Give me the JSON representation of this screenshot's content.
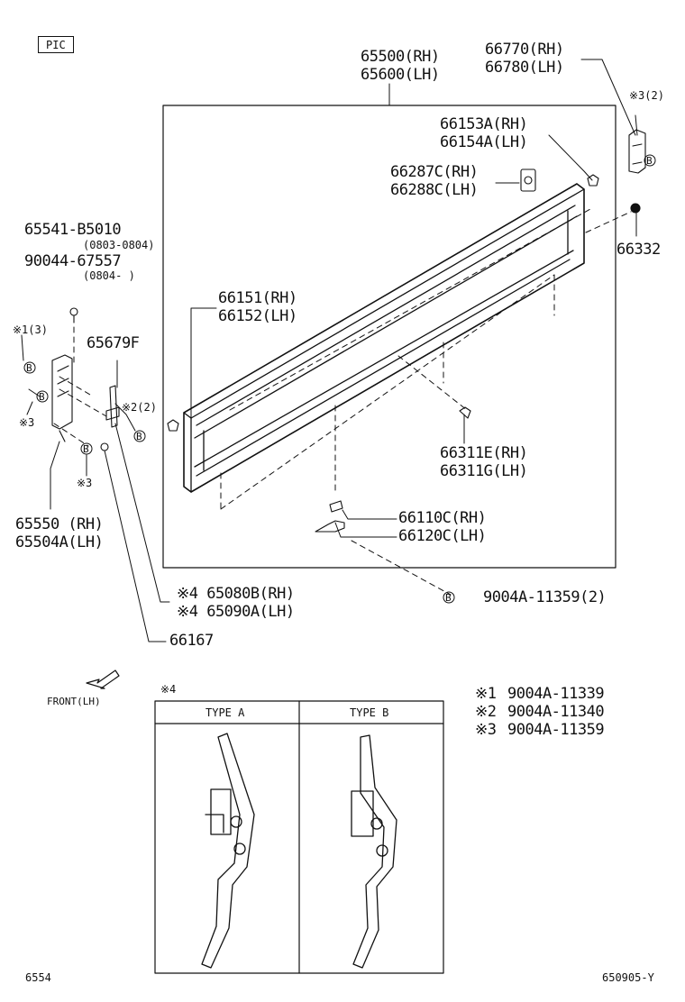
{
  "tag": "PIC",
  "labels": {
    "l65500": "65500(RH)",
    "l65600": "65600(LH)",
    "l66770": "66770(RH)",
    "l66780": "66780(LH)",
    "n3_2": "※3(2)",
    "l66153a": "66153A(RH)",
    "l66154a": "66154A(LH)",
    "l66287c": "66287C(RH)",
    "l66288c": "66288C(LH)",
    "l66332": "66332",
    "l65541": "65541-B5010",
    "d0803": "(0803-0804)",
    "l90044": "90044-67557",
    "d0804": "(0804-     )",
    "n1_3": "※1(3)",
    "l65679f": "65679F",
    "n2_2": "※2(2)",
    "n3a": "※3",
    "n3b": "※3",
    "l66151": "66151(RH)",
    "l66152": "66152(LH)",
    "l66311e": "66311E(RH)",
    "l66311g": "66311G(LH)",
    "l66110c": "66110C(RH)",
    "l66120c": "66120C(LH)",
    "l9004a": "9004A-11359(2)",
    "l65550": "65550 (RH)",
    "l65504a": "65504A(LH)",
    "l65080b": "※4 65080B(RH)",
    "l65090a": "※4 65090A(LH)",
    "l66167": "66167",
    "front": "FRONT(LH)",
    "n4": "※4",
    "typeA": "TYPE A",
    "typeB": "TYPE B",
    "bolt": "B"
  },
  "legend": [
    {
      "mark": "※1",
      "part": "9004A-11339"
    },
    {
      "mark": "※2",
      "part": "9004A-11340"
    },
    {
      "mark": "※3",
      "part": "9004A-11359"
    }
  ],
  "footer": {
    "left": "6554",
    "right": "650905-Y"
  }
}
